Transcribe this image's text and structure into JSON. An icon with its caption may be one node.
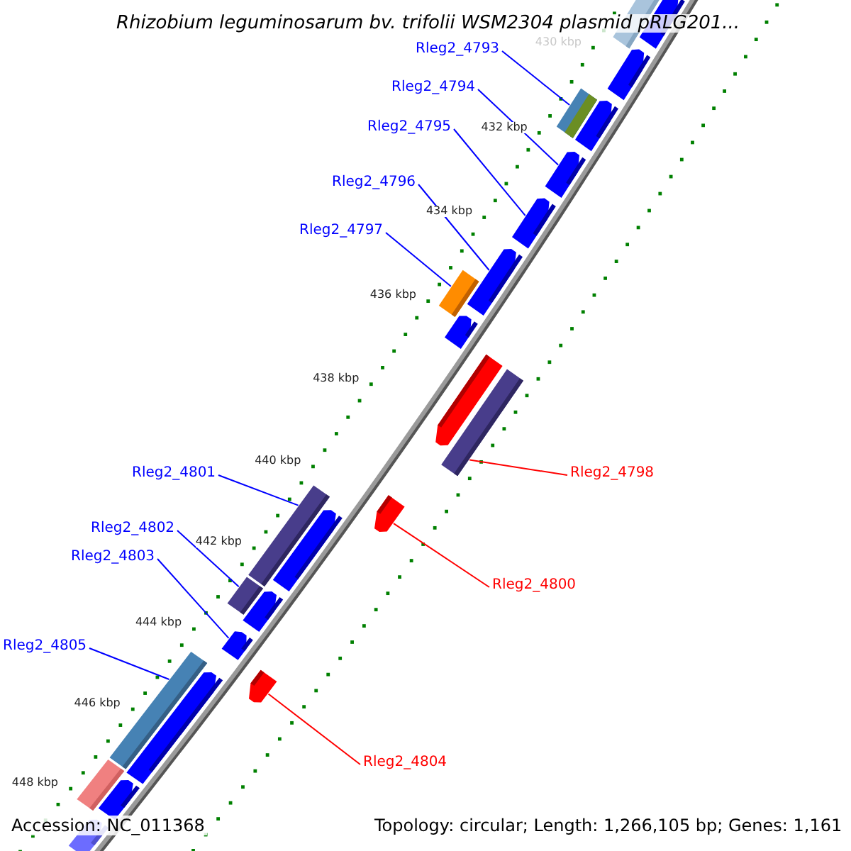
{
  "diagram": {
    "title": "Rhizobium leguminosarum bv. trifolii WSM2304 plasmid pRLG201...",
    "nodes": [
      {
        "text": [
          "Rleg2_4793"
        ]
      },
      {
        "text": [],
        "shape": "bar"
      },
      {
        "text": [
          "Rleg2_4794"
        ]
      },
      {
        "text": [],
        "shape": "arrow"
      },
      {
        "text": [
          "Rleg2_4795"
        ]
      },
      {
        "text": [],
        "shape": "arrow"
      },
      {
        "text": [
          "Rleg2_4796"
        ]
      },
      {
        "text": [],
        "shape": "arrow"
      },
      {
        "text": [
          "Rleg2_4797"
        ]
      },
      {
        "text": [],
        "shape": "bar"
      },
      {
        "text": [
          "Rleg2_4798"
        ]
      },
      {
        "text": [],
        "shape": "bar"
      },
      {
        "text": [
          "Rleg2_4801"
        ]
      },
      {
        "text": [],
        "shape": "bar"
      },
      {
        "text": [
          "Rleg2_4802"
        ]
      },
      {
        "text": [],
        "shape": "bar"
      },
      {
        "text": [
          "Rleg2_4803"
        ]
      },
      {
        "text": [],
        "shape": "arrow"
      },
      {
        "text": [
          "Rleg2_4800"
        ]
      },
      {
        "text": [],
        "shape": "arrow"
      },
      {
        "text": [
          "Rleg2_4805"
        ]
      },
      {
        "text": [],
        "shape": "bar"
      },
      {
        "text": [
          "Rleg2_4804"
        ]
      },
      {
        "text": [],
        "shape": "arrow"
      },
      {
        "text": [],
        "shape": "arrow"
      },
      {
        "text": [],
        "shape": "arrow"
      },
      {
        "text": [],
        "shape": "arrow"
      },
      {
        "text": [],
        "shape": "arrow"
      },
      {
        "text": [],
        "shape": "arrow"
      },
      {
        "text": [],
        "shape": "arrow"
      },
      {
        "text": [],
        "shape": "arrow"
      },
      {
        "text": [],
        "shape": "arrow"
      },
      {
        "text": [],
        "shape": "arrow"
      },
      {
        "text": [],
        "shape": "bar"
      },
      {
        "text": [],
        "shape": "bar"
      },
      {
        "text": [],
        "shape": "arrow"
      }
    ],
    "edges": [
      {
        "from": 0,
        "to": 1,
        "arrow": "none"
      },
      {
        "from": 2,
        "to": 3,
        "arrow": "none"
      },
      {
        "from": 4,
        "to": 5,
        "arrow": "none"
      },
      {
        "from": 6,
        "to": 7,
        "arrow": "none"
      },
      {
        "from": 8,
        "to": 9,
        "arrow": "none"
      },
      {
        "from": 10,
        "to": 11,
        "arrow": "none",
        "color": "#ff0000"
      },
      {
        "from": 12,
        "to": 13,
        "arrow": "none"
      },
      {
        "from": 14,
        "to": 15,
        "arrow": "none"
      },
      {
        "from": 16,
        "to": 17,
        "arrow": "none"
      },
      {
        "from": 18,
        "to": 19,
        "arrow": "none",
        "color": "#ff0000"
      },
      {
        "from": 20,
        "to": 21,
        "arrow": "none"
      },
      {
        "from": 22,
        "to": 23,
        "arrow": "none",
        "color": "#ff0000"
      }
    ],
    "labels": [
      "430 kbp",
      "432 kbp",
      "434 kbp",
      "436 kbp",
      "438 kbp",
      "440 kbp",
      "442 kbp",
      "444 kbp",
      "446 kbp",
      "448 kbp",
      "Accession: NC_011368",
      "Topology: circular; Length: 1,266,105 bp; Genes: 1,161"
    ]
  }
}
